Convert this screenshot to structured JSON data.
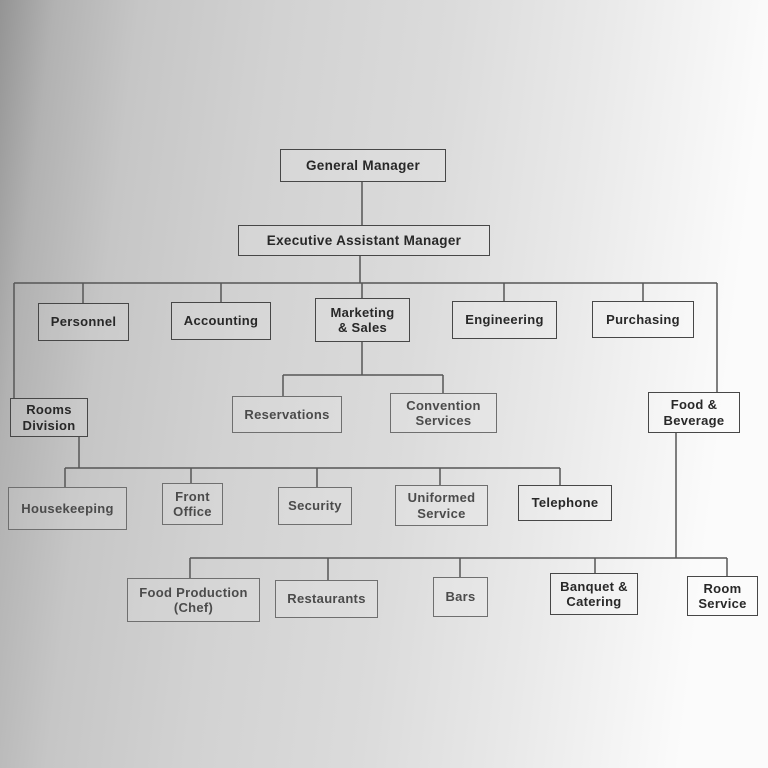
{
  "diagram": {
    "type": "org-chart",
    "nodes": {
      "gm": {
        "label": "General Manager"
      },
      "eam": {
        "label": "Executive Assistant Manager"
      },
      "personnel": {
        "label": "Personnel"
      },
      "accounting": {
        "label": "Accounting"
      },
      "marketing_sales": {
        "label": "Marketing\n& Sales"
      },
      "engineering": {
        "label": "Engineering"
      },
      "purchasing": {
        "label": "Purchasing"
      },
      "reservations": {
        "label": "Reservations"
      },
      "convention_services": {
        "label": "Convention\nServices"
      },
      "rooms_division": {
        "label": "Rooms\nDivision"
      },
      "food_beverage": {
        "label": "Food &\nBeverage"
      },
      "housekeeping": {
        "label": "Housekeeping"
      },
      "front_office": {
        "label": "Front\nOffice"
      },
      "security": {
        "label": "Security"
      },
      "uniformed_service": {
        "label": "Uniformed\nService"
      },
      "telephone": {
        "label": "Telephone"
      },
      "food_production": {
        "label": "Food Production\n(Chef)"
      },
      "restaurants": {
        "label": "Restaurants"
      },
      "bars": {
        "label": "Bars"
      },
      "banquet_catering": {
        "label": "Banquet &\nCatering"
      },
      "room_service": {
        "label": "Room\nService"
      }
    },
    "hierarchy": {
      "General Manager": [
        "Executive Assistant Manager"
      ],
      "Executive Assistant Manager": [
        "Personnel",
        "Accounting",
        "Marketing & Sales",
        "Engineering",
        "Purchasing",
        "Rooms Division",
        "Food & Beverage"
      ],
      "Marketing & Sales": [
        "Reservations",
        "Convention Services"
      ],
      "Rooms Division": [
        "Housekeeping",
        "Front Office",
        "Security",
        "Uniformed Service",
        "Telephone"
      ],
      "Food & Beverage": [
        "Food Production (Chef)",
        "Restaurants",
        "Bars",
        "Banquet & Catering",
        "Room Service"
      ]
    },
    "colors": {
      "line": "#565656",
      "box_border": "#474747",
      "text": "#282828",
      "background_left": "#949494",
      "background_right": "#fbfbfb"
    }
  }
}
